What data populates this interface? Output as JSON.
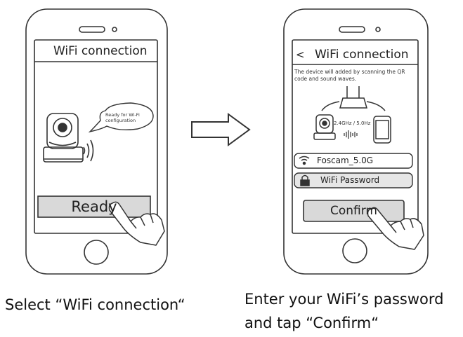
{
  "left_phone": {
    "screen_title": "WiFi connection",
    "speech_bubble": "Ready for Wi-Fi configuration",
    "ready_button": "Ready"
  },
  "right_phone": {
    "back_glyph": "<",
    "screen_title": "WiFi connection",
    "instruction": "The device will added by scanning the QR code and sound waves.",
    "frequency_label": "2.4GHz / 5.0Hz",
    "ssid_value": "Foscam_5.0G",
    "password_placeholder": "WiFi Password",
    "confirm_button": "Confirm"
  },
  "captions": {
    "left": "Select “WiFi connection“",
    "right_line1": "Enter your WiFi’s password",
    "right_line2": "and tap “Confirm“"
  },
  "icons": [
    "camera-icon",
    "sound-waves-icon",
    "router-icon",
    "smartphone-icon",
    "wifi-icon",
    "lock-icon",
    "pointing-hand-icon",
    "right-arrow-icon"
  ],
  "colors": {
    "button_fill": "#d9d9d9",
    "field_fill": "#e6e6e6",
    "stroke": "#333333"
  }
}
